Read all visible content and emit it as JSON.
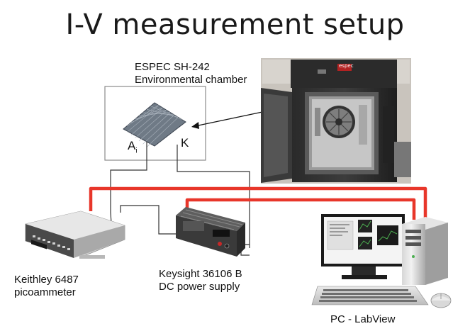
{
  "title": "I-V measurement setup",
  "chamber": {
    "label_line1": "ESPEC SH-242",
    "label_line2": "Environmental chamber",
    "brand": "espec"
  },
  "sample": {
    "anode": "A",
    "anode_subscript": "i",
    "cathode": "K"
  },
  "picoammeter": {
    "label_line1": "Keithley 6487",
    "label_line2": "picoammeter"
  },
  "power_supply": {
    "label_line1": "Keysight 36106 B",
    "label_line2": "DC power supply"
  },
  "pc": {
    "label": "PC - LabView"
  },
  "colors": {
    "cable_red": "#e8362a",
    "wire": "#333333"
  }
}
